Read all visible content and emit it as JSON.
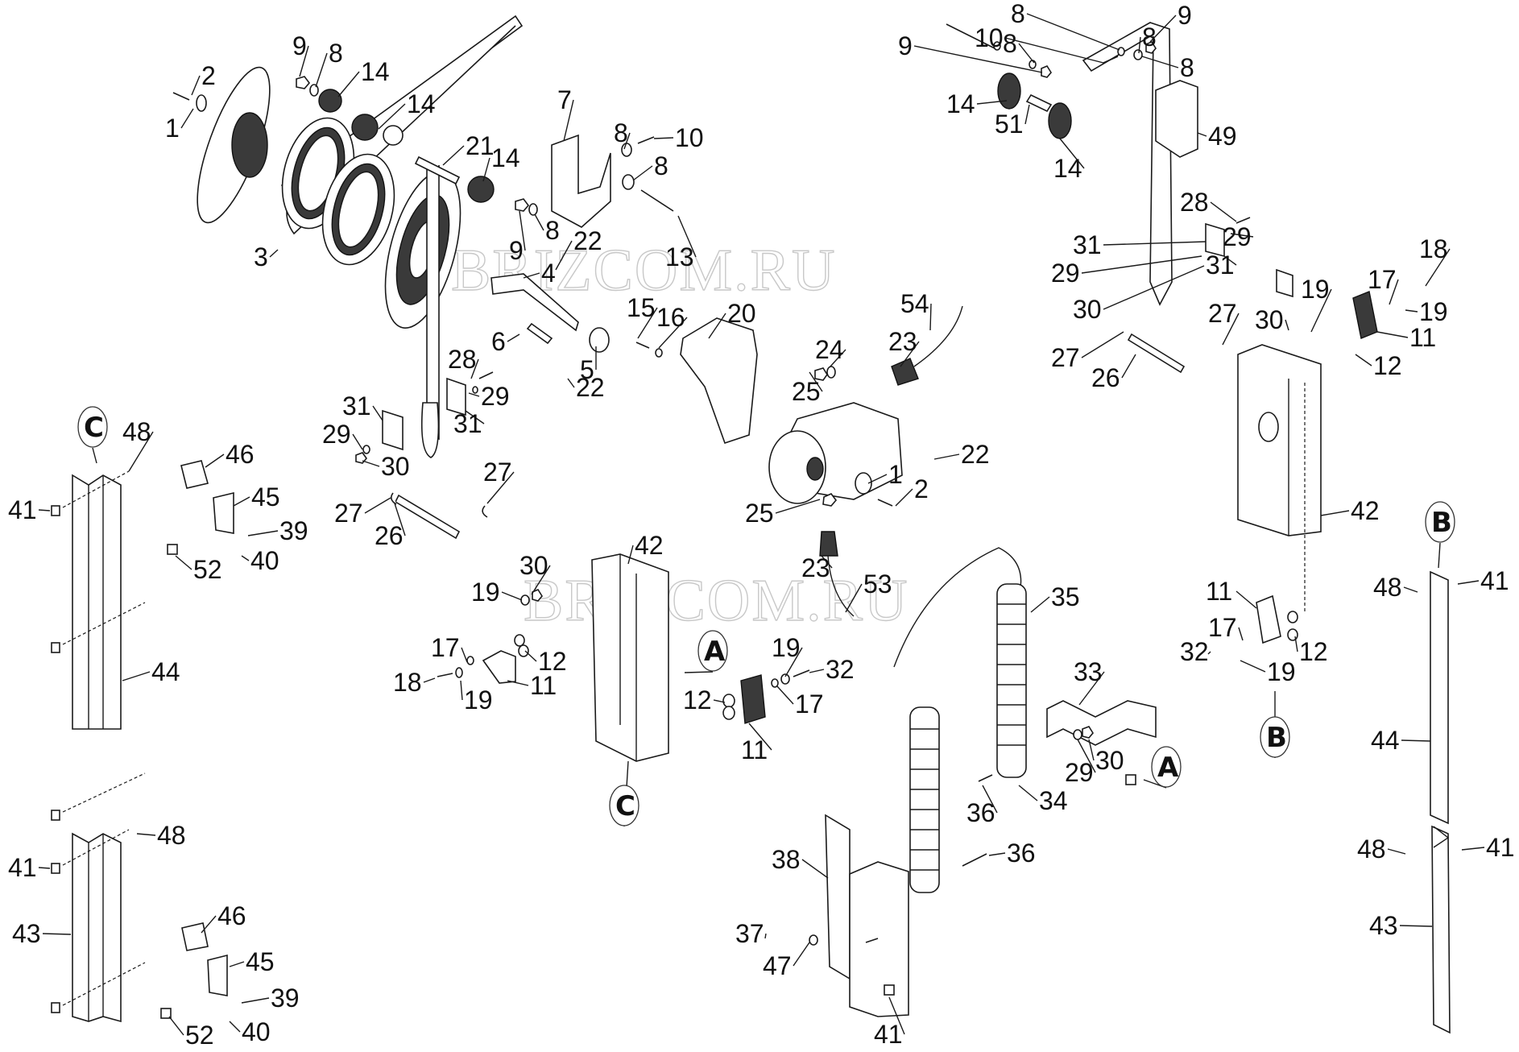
{
  "diagram": {
    "title": "Exploded parts diagram — drive, rails and cable chain assembly",
    "watermark": "BRIZCOM.RU",
    "reference_markers": [
      "A",
      "B",
      "C"
    ],
    "callouts": [
      {
        "id": "c1",
        "label": "1"
      },
      {
        "id": "c2",
        "label": "2"
      },
      {
        "id": "c3",
        "label": "3"
      },
      {
        "id": "c4",
        "label": "4"
      },
      {
        "id": "c5",
        "label": "5"
      },
      {
        "id": "c6",
        "label": "6"
      },
      {
        "id": "c7",
        "label": "7"
      },
      {
        "id": "c8a",
        "label": "8"
      },
      {
        "id": "c8b",
        "label": "8"
      },
      {
        "id": "c8c",
        "label": "8"
      },
      {
        "id": "c8d",
        "label": "8"
      },
      {
        "id": "c9a",
        "label": "9"
      },
      {
        "id": "c9b",
        "label": "9"
      },
      {
        "id": "c10",
        "label": "10"
      },
      {
        "id": "c13",
        "label": "13"
      },
      {
        "id": "c14a",
        "label": "14"
      },
      {
        "id": "c14b",
        "label": "14"
      },
      {
        "id": "c14c",
        "label": "14"
      },
      {
        "id": "c15",
        "label": "15"
      },
      {
        "id": "c16",
        "label": "16"
      },
      {
        "id": "c20",
        "label": "20"
      },
      {
        "id": "c21",
        "label": "21"
      },
      {
        "id": "c22a",
        "label": "22"
      },
      {
        "id": "c22b",
        "label": "22"
      },
      {
        "id": "c22c",
        "label": "22"
      },
      {
        "id": "c23a",
        "label": "23"
      },
      {
        "id": "c23b",
        "label": "23"
      },
      {
        "id": "c24",
        "label": "24"
      },
      {
        "id": "c25a",
        "label": "25"
      },
      {
        "id": "c25b",
        "label": "25"
      },
      {
        "id": "c1b",
        "label": "1"
      },
      {
        "id": "c2b",
        "label": "2"
      },
      {
        "id": "c53",
        "label": "53"
      },
      {
        "id": "c54",
        "label": "54"
      },
      {
        "id": "c26a",
        "label": "26"
      },
      {
        "id": "c27a",
        "label": "27"
      },
      {
        "id": "c27b",
        "label": "27"
      },
      {
        "id": "c28a",
        "label": "28"
      },
      {
        "id": "c29a",
        "label": "29"
      },
      {
        "id": "c29b",
        "label": "29"
      },
      {
        "id": "c30a",
        "label": "30"
      },
      {
        "id": "c31a",
        "label": "31"
      },
      {
        "id": "c31b",
        "label": "31"
      },
      {
        "id": "c30b",
        "label": "30"
      },
      {
        "id": "c42a",
        "label": "42"
      },
      {
        "id": "c19a",
        "label": "19"
      },
      {
        "id": "c17a",
        "label": "17"
      },
      {
        "id": "c12a",
        "label": "12"
      },
      {
        "id": "c18a",
        "label": "18"
      },
      {
        "id": "c19b",
        "label": "19"
      },
      {
        "id": "c11a",
        "label": "11"
      },
      {
        "id": "c19c",
        "label": "19"
      },
      {
        "id": "c32a",
        "label": "32"
      },
      {
        "id": "c12b",
        "label": "12"
      },
      {
        "id": "c17b",
        "label": "17"
      },
      {
        "id": "c11b",
        "label": "11"
      },
      {
        "id": "c48a",
        "label": "48"
      },
      {
        "id": "c41a",
        "label": "41"
      },
      {
        "id": "c46a",
        "label": "46"
      },
      {
        "id": "c45a",
        "label": "45"
      },
      {
        "id": "c39a",
        "label": "39"
      },
      {
        "id": "c40a",
        "label": "40"
      },
      {
        "id": "c52a",
        "label": "52"
      },
      {
        "id": "c44a",
        "label": "44"
      },
      {
        "id": "c48b",
        "label": "48"
      },
      {
        "id": "c41b",
        "label": "41"
      },
      {
        "id": "c43a",
        "label": "43"
      },
      {
        "id": "c46b",
        "label": "46"
      },
      {
        "id": "c45b",
        "label": "45"
      },
      {
        "id": "c39b",
        "label": "39"
      },
      {
        "id": "c40b",
        "label": "40"
      },
      {
        "id": "c52b",
        "label": "52"
      },
      {
        "id": "c35",
        "label": "35"
      },
      {
        "id": "c33",
        "label": "33"
      },
      {
        "id": "c29c",
        "label": "29"
      },
      {
        "id": "c30c",
        "label": "30"
      },
      {
        "id": "c34",
        "label": "34"
      },
      {
        "id": "c36a",
        "label": "36"
      },
      {
        "id": "c36b",
        "label": "36"
      },
      {
        "id": "c38",
        "label": "38"
      },
      {
        "id": "c37",
        "label": "37"
      },
      {
        "id": "c47",
        "label": "47"
      },
      {
        "id": "c41c",
        "label": "41"
      },
      {
        "id": "c9c",
        "label": "9"
      },
      {
        "id": "c8e",
        "label": "8"
      },
      {
        "id": "c10b",
        "label": "10"
      },
      {
        "id": "c8f",
        "label": "8"
      },
      {
        "id": "c8g",
        "label": "8"
      },
      {
        "id": "c9d",
        "label": "9"
      },
      {
        "id": "c8h",
        "label": "8"
      },
      {
        "id": "c14d",
        "label": "14"
      },
      {
        "id": "c51",
        "label": "51"
      },
      {
        "id": "c14e",
        "label": "14"
      },
      {
        "id": "c49",
        "label": "49"
      },
      {
        "id": "c28b",
        "label": "28"
      },
      {
        "id": "c29d",
        "label": "29"
      },
      {
        "id": "c31c",
        "label": "31"
      },
      {
        "id": "c31d",
        "label": "31"
      },
      {
        "id": "c29e",
        "label": "29"
      },
      {
        "id": "c30d",
        "label": "30"
      },
      {
        "id": "c18b",
        "label": "18"
      },
      {
        "id": "c17c",
        "label": "17"
      },
      {
        "id": "c19d",
        "label": "19"
      },
      {
        "id": "c19e",
        "label": "19"
      },
      {
        "id": "c30e",
        "label": "30"
      },
      {
        "id": "c27c",
        "label": "27"
      },
      {
        "id": "c27d",
        "label": "27"
      },
      {
        "id": "c26b",
        "label": "26"
      },
      {
        "id": "c11c",
        "label": "11"
      },
      {
        "id": "c12c",
        "label": "12"
      },
      {
        "id": "c42b",
        "label": "42"
      },
      {
        "id": "c11d",
        "label": "11"
      },
      {
        "id": "c17d",
        "label": "17"
      },
      {
        "id": "c12d",
        "label": "12"
      },
      {
        "id": "c32b",
        "label": "32"
      },
      {
        "id": "c19f",
        "label": "19"
      },
      {
        "id": "c48c",
        "label": "48"
      },
      {
        "id": "c41d",
        "label": "41"
      },
      {
        "id": "c44b",
        "label": "44"
      },
      {
        "id": "c48d",
        "label": "48"
      },
      {
        "id": "c41e",
        "label": "41"
      },
      {
        "id": "c43b",
        "label": "43"
      }
    ],
    "markers": [
      {
        "id": "mC1",
        "letter": "C"
      },
      {
        "id": "mC2",
        "letter": "C"
      },
      {
        "id": "mA1",
        "letter": "A"
      },
      {
        "id": "mA2",
        "letter": "A"
      },
      {
        "id": "mB1",
        "letter": "B"
      },
      {
        "id": "mB2",
        "letter": "B"
      }
    ]
  }
}
